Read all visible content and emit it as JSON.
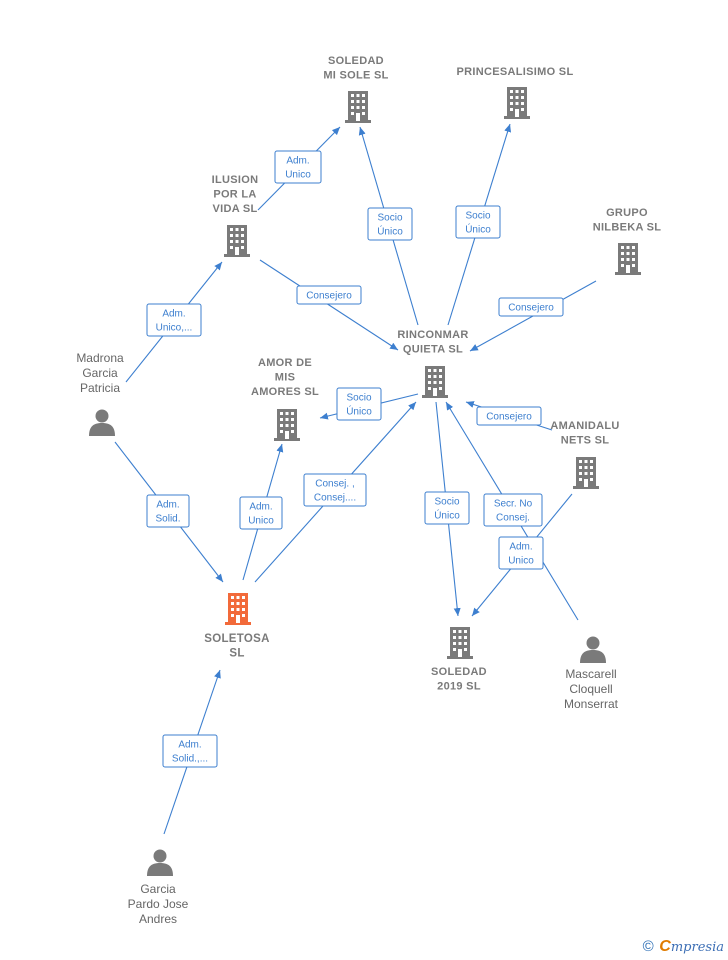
{
  "colors": {
    "edge": "#3d7fcf",
    "company": "#7a7a7a",
    "focus": "#f26a3a",
    "person": "#7a7a7a"
  },
  "nodes": [
    {
      "id": "soledad_mi_sole",
      "kind": "company",
      "lines": [
        "SOLEDAD",
        "MI SOLE  SL"
      ]
    },
    {
      "id": "princesalisimo",
      "kind": "company",
      "lines": [
        "PRINCESALISIMO SL"
      ]
    },
    {
      "id": "ilusion",
      "kind": "company",
      "lines": [
        "ILUSION",
        "POR LA",
        "VIDA  SL"
      ]
    },
    {
      "id": "grupo_nilbeka",
      "kind": "company",
      "lines": [
        "GRUPO",
        "NILBEKA  SL"
      ]
    },
    {
      "id": "rinconmar",
      "kind": "company",
      "lines": [
        "RINCONMAR",
        "QUIETA SL"
      ]
    },
    {
      "id": "amor",
      "kind": "company",
      "lines": [
        "AMOR DE",
        "MIS",
        "AMORES  SL"
      ]
    },
    {
      "id": "amanidalu",
      "kind": "company",
      "lines": [
        "AMANIDALU",
        "NETS  SL"
      ]
    },
    {
      "id": "soletosa",
      "kind": "focus",
      "lines": [
        "SOLETOSA",
        "SL"
      ]
    },
    {
      "id": "soledad_2019",
      "kind": "company",
      "lines": [
        "SOLEDAD",
        "2019  SL"
      ]
    },
    {
      "id": "madrona",
      "kind": "person",
      "lines": [
        "Madrona",
        "Garcia",
        "Patricia"
      ]
    },
    {
      "id": "mascarell",
      "kind": "person",
      "lines": [
        "Mascarell",
        "Cloquell",
        "Monserrat"
      ]
    },
    {
      "id": "garcia_pardo",
      "kind": "person",
      "lines": [
        "Garcia",
        "Pardo Jose",
        "Andres"
      ]
    }
  ],
  "edges": [
    {
      "from": "ilusion",
      "to": "soledad_mi_sole",
      "label": [
        "Adm.",
        "Unico"
      ]
    },
    {
      "from": "rinconmar",
      "to": "soledad_mi_sole",
      "label": [
        "Socio",
        "Único"
      ]
    },
    {
      "from": "rinconmar",
      "to": "princesalisimo",
      "label": [
        "Socio",
        "Único"
      ]
    },
    {
      "from": "ilusion",
      "to": "rinconmar",
      "label": [
        "Consejero"
      ]
    },
    {
      "from": "grupo_nilbeka",
      "to": "rinconmar",
      "label": [
        "Consejero"
      ]
    },
    {
      "from": "madrona",
      "to": "ilusion",
      "label": [
        "Adm.",
        "Unico,..."
      ]
    },
    {
      "from": "rinconmar",
      "to": "amor",
      "label": [
        "Socio",
        "Único"
      ]
    },
    {
      "from": "amanidalu",
      "to": "rinconmar",
      "label": [
        "Consejero"
      ]
    },
    {
      "from": "madrona",
      "to": "soletosa",
      "label": [
        "Adm.",
        "Solid."
      ]
    },
    {
      "from": "soletosa",
      "to": "amor",
      "label": [
        "Adm.",
        "Unico"
      ]
    },
    {
      "from": "soletosa",
      "to": "rinconmar",
      "label": [
        "Consej. ,",
        "Consej...."
      ]
    },
    {
      "from": "rinconmar",
      "to": "soledad_2019",
      "label": [
        "Socio",
        "Único"
      ]
    },
    {
      "from": "mascarell",
      "to": "rinconmar",
      "label": [
        "Secr.  No",
        "Consej."
      ]
    },
    {
      "from": "amanidalu",
      "to": "soledad_2019",
      "label": [
        "Adm.",
        "Unico"
      ]
    },
    {
      "from": "garcia_pardo",
      "to": "soletosa",
      "label": [
        "Adm.",
        "Solid.,..."
      ]
    }
  ],
  "footer": {
    "copyright": "©",
    "brand_initial": "C",
    "brand_rest": "mpresia"
  }
}
